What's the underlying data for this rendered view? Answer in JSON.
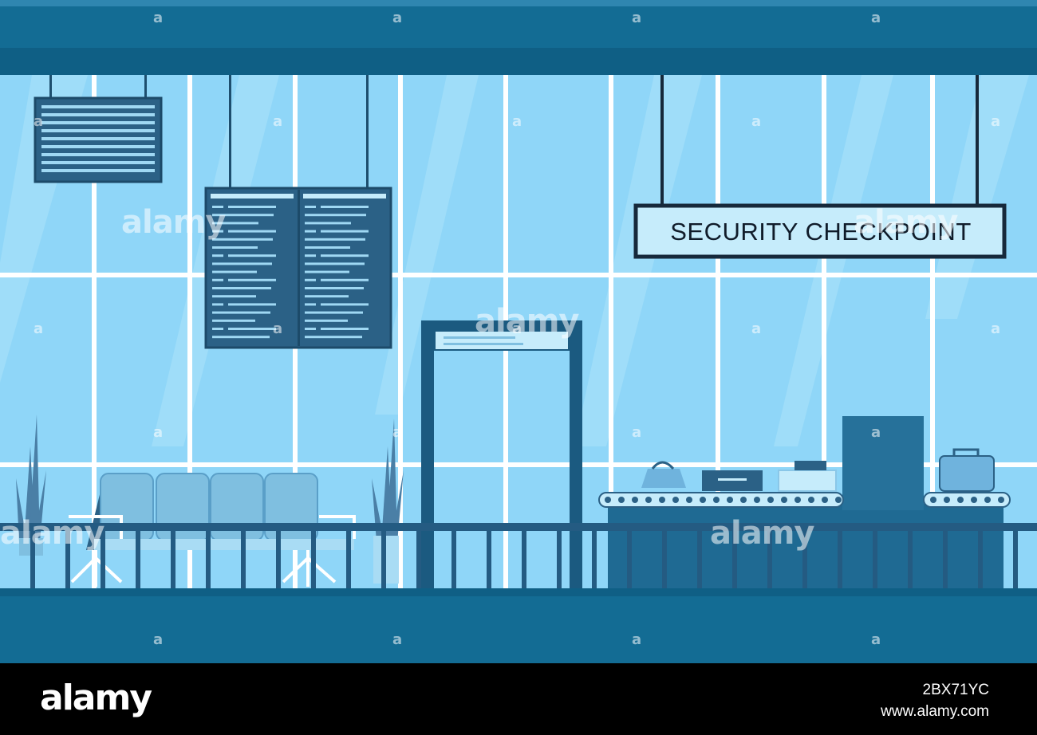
{
  "sign": {
    "text": "SECURITY CHECKPOINT"
  },
  "watermarks": {
    "brand": "alamy",
    "small": "a"
  },
  "footer": {
    "logo": "alamy",
    "image_id": "2BX71YC",
    "site": "www.alamy.com"
  },
  "colors": {
    "ceiling": "#136c94",
    "window": "#8fd6f8",
    "frame": "#ffffff",
    "dark_panel": "#245b82",
    "floor": "#136c94",
    "board": "#2b6186",
    "sign_bg": "#c6ecfb"
  }
}
